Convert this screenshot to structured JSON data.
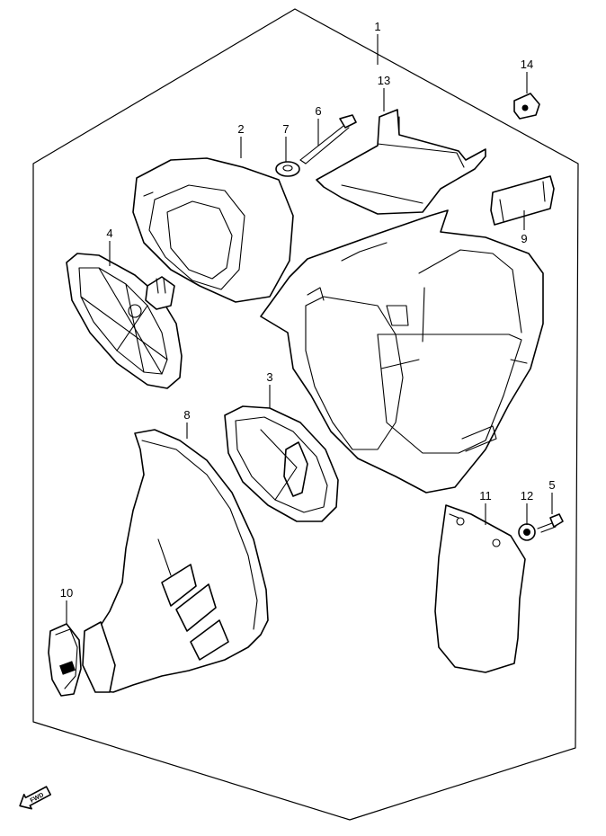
{
  "diagram": {
    "parts": [
      {
        "id": "part-1",
        "number": "1"
      },
      {
        "id": "part-2",
        "number": "2"
      },
      {
        "id": "part-3",
        "number": "3"
      },
      {
        "id": "part-4",
        "number": "4"
      },
      {
        "id": "part-5",
        "number": "5"
      },
      {
        "id": "part-6",
        "number": "6"
      },
      {
        "id": "part-7",
        "number": "7"
      },
      {
        "id": "part-8",
        "number": "8"
      },
      {
        "id": "part-9",
        "number": "9"
      },
      {
        "id": "part-10",
        "number": "10"
      },
      {
        "id": "part-11",
        "number": "11"
      },
      {
        "id": "part-12",
        "number": "12"
      },
      {
        "id": "part-13",
        "number": "13"
      },
      {
        "id": "part-14",
        "number": "14"
      }
    ],
    "direction_marker": "FWD"
  }
}
